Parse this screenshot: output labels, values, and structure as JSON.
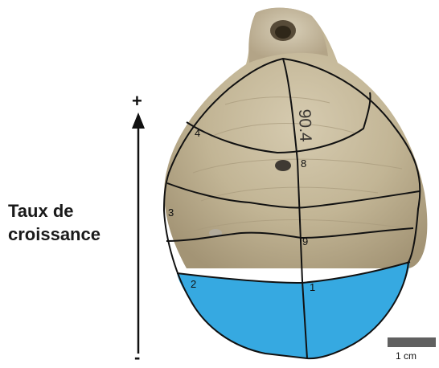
{
  "axis": {
    "title_line1": "Taux de",
    "title_line2": "croissance",
    "top_symbol": "+",
    "bottom_symbol": "-"
  },
  "specimen": {
    "inscription": "90.4",
    "regions": [
      {
        "id": "1",
        "label": "1",
        "highlighted": true
      },
      {
        "id": "2",
        "label": "2",
        "highlighted": true
      },
      {
        "id": "3",
        "label": "3",
        "highlighted": false
      },
      {
        "id": "4",
        "label": "4",
        "highlighted": false
      },
      {
        "id": "8",
        "label": "8",
        "highlighted": false
      },
      {
        "id": "9",
        "label": "9",
        "highlighted": false
      }
    ],
    "highlight_color": "#36a9e1",
    "outline_color": "#111111"
  },
  "scale_bar": {
    "label": "1 cm",
    "color": "#606060"
  }
}
